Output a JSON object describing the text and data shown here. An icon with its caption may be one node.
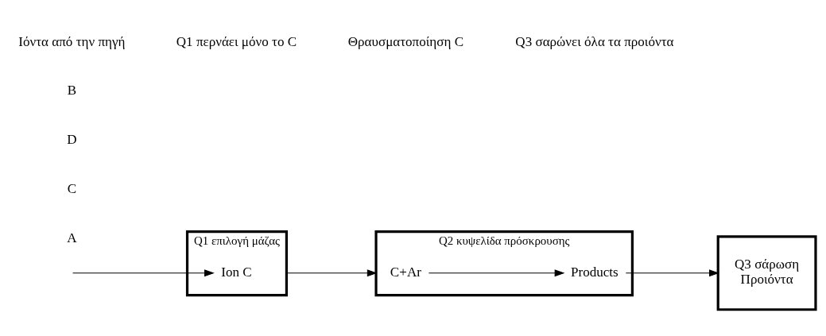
{
  "diagram": {
    "nodes": [
      {
        "text": [
          "Q1 επιλογή μάζας"
        ]
      },
      {
        "text": [
          "Ion C"
        ],
        "in": 0
      },
      {
        "text": [
          "Q2 κυψελίδα πρόσκρουσης"
        ]
      },
      {
        "text": [
          "C+Ar"
        ],
        "in": 2
      },
      {
        "text": [
          "Products"
        ],
        "in": 2
      },
      {
        "text": [
          "Q3 σάρωση",
          "Προιόντα"
        ]
      }
    ],
    "edges": [
      {
        "from": null,
        "to": 1,
        "arrow": "to"
      },
      {
        "from": 0,
        "to": 2,
        "arrow": "to"
      },
      {
        "from": 3,
        "to": 4,
        "arrow": "to"
      },
      {
        "from": 4,
        "to": 5,
        "arrow": "to"
      }
    ],
    "labels": [
      "A",
      "C",
      "D",
      "B",
      "Ιόντα από την πηγή",
      "Q1 περνάει μόνο το C",
      "Θραυσματοποίηση C",
      "Q3 σαρώνει όλα τα προιόντα"
    ]
  }
}
